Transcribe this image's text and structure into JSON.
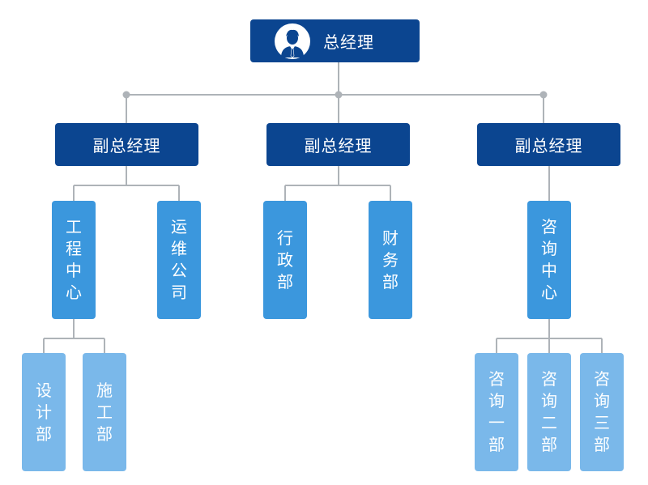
{
  "colors": {
    "dark_box": "#0b4590",
    "mid_box": "#3b97dd",
    "light_box": "#7ab8ea",
    "connector": "#aeb3b8",
    "text": "#ffffff"
  },
  "top": {
    "label": "总经理",
    "icon": "person-icon"
  },
  "deputies": [
    {
      "label": "副总经理"
    },
    {
      "label": "副总经理"
    },
    {
      "label": "副总经理"
    }
  ],
  "departments": [
    {
      "label": "工程中心"
    },
    {
      "label": "运维公司"
    },
    {
      "label": "行政部"
    },
    {
      "label": "财务部"
    },
    {
      "label": "咨询中心"
    }
  ],
  "sub_departments": [
    {
      "label": "设计部"
    },
    {
      "label": "施工部"
    },
    {
      "label": "咨询一部"
    },
    {
      "label": "咨询二部"
    },
    {
      "label": "咨询三部"
    }
  ]
}
